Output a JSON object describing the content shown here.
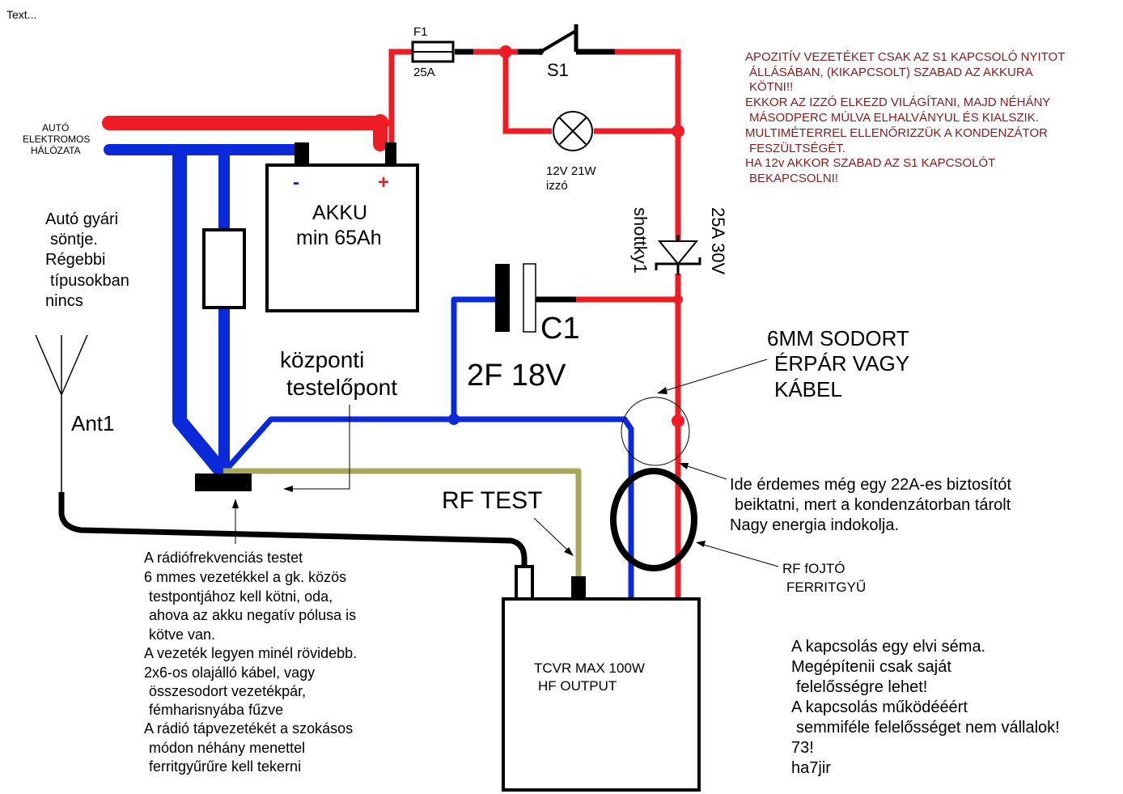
{
  "header_text": "Text...",
  "labels": {
    "car_network": [
      "AUTÓ",
      "ELEKTROMOS",
      "HÁLÓZATA"
    ],
    "fuse_name": "F1",
    "fuse_rating": "25A",
    "switch_name": "S1",
    "lamp": [
      "12V 21W",
      "izzó"
    ],
    "battery_minus": "-",
    "battery_plus": "+",
    "battery": [
      "AKKU",
      "min 65Ah"
    ],
    "diode_name": "shottky1",
    "diode_rating": "25A 30V",
    "capacitor_name": "C1",
    "capacitor_value": "2F 18V",
    "shunt_note": [
      "Autó gyári",
      "söntje.",
      "Régebbi",
      "típusokban",
      "nincs"
    ],
    "ground_point": [
      "központi",
      "testelőpont"
    ],
    "antenna": "Ant1",
    "rf_ground": "RF TEST",
    "cable": [
      "6MM SODORT",
      "ÉRPÁR VAGY",
      "KÁBEL"
    ],
    "fuse_tip": [
      "Ide érdemes még egy 22A-es biztosítót",
      "beiktatni, mert a kondenzátorban tárolt",
      "Nagy energia indokolja."
    ],
    "choke": [
      "RF fOJTÓ",
      "FERRITGYŰ"
    ],
    "transceiver": [
      "TCVR MAX 100W",
      "HF OUTPUT"
    ],
    "rf_ground_note": [
      "A rádiófrekvenciás testet",
      "6 mmes vezetékkel a gk. közös",
      "testpontjához kell kötni, oda,",
      "ahova az akku negatív pólusa is",
      "kötve van.",
      "A vezeték legyen minél rövidebb.",
      "2x6-os olajálló kábel, vagy",
      "összesodort  vezetékpár,",
      "fémharisnyába fűzve",
      "A rádió tápvezetékét a szokásos",
      "módon néhány  menettel",
      "ferritgyűrűre kell tekerni"
    ],
    "warning": [
      "APOZITÍV VEZETÉKET CSAK AZ S1 KAPCSOLÓ NYITOT",
      "ÁLLÁSÁBAN, (KIKAPCSOLT) SZABAD AZ AKKURA",
      "KÖTNI!!",
      "EKKOR AZ IZZÓ ELKEZD VILÁGÍTANI, MAJD NÉHÁNY",
      "MÁSODPERC MÚLVA ELHALVÁNYUL ÉS KIALSZIK.",
      "MULTIMÉTERREL ELLENŐRIZZÜK A KONDENZÁTOR",
      "FESZÜLTSÉGÉT.",
      "HA 12v AKKOR SZABAD AZ S1 KAPCSOLÓT",
      "BEKAPCSOLNI!"
    ],
    "disclaimer": [
      "A kapcsolás egy elvi séma.",
      "Megépítenii  csak saját",
      "felelősségre lehet!",
      "A kapcsolás működééért",
      "semmiféle felelősséget nem vállalok!",
      "73!",
      "ha7jir"
    ]
  },
  "colors": {
    "positive": "#ee1c24",
    "negative": "#0a29d8",
    "rf_ground": "#a9a85a",
    "black": "#000000",
    "warning_text": "#8b1a1a"
  }
}
